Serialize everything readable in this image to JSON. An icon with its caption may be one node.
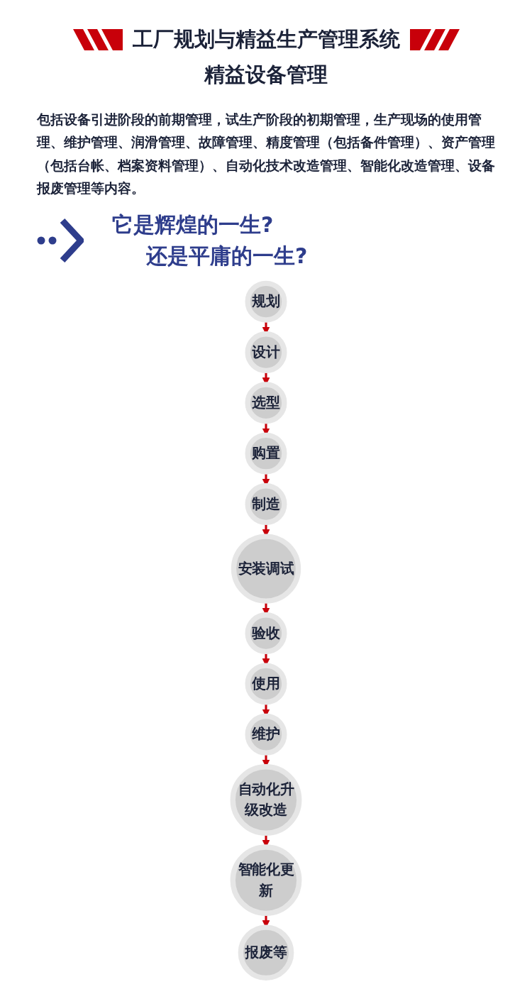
{
  "diagram": {
    "title": "工厂规划与精益生产管理系统",
    "nodes": [
      {
        "text": [
          "规划"
        ]
      },
      {
        "text": [
          "设计"
        ]
      },
      {
        "text": [
          "选型"
        ]
      },
      {
        "text": [
          "购置"
        ]
      },
      {
        "text": [
          "制造"
        ]
      },
      {
        "text": [
          "安装调试"
        ]
      },
      {
        "text": [
          "验收"
        ]
      },
      {
        "text": [
          "使用"
        ]
      },
      {
        "text": [
          "维护"
        ]
      },
      {
        "text": [
          "自动化升级改造"
        ]
      },
      {
        "text": [
          "智能化更新"
        ]
      },
      {
        "text": [
          "报废等"
        ]
      }
    ],
    "edges": [
      {
        "from": 0,
        "to": 1,
        "arrow": "to"
      },
      {
        "from": 1,
        "to": 2,
        "arrow": "to"
      },
      {
        "from": 2,
        "to": 3,
        "arrow": "to"
      },
      {
        "from": 3,
        "to": 4,
        "arrow": "to"
      },
      {
        "from": 4,
        "to": 5,
        "arrow": "to"
      },
      {
        "from": 5,
        "to": 6,
        "arrow": "to"
      },
      {
        "from": 6,
        "to": 7,
        "arrow": "to"
      },
      {
        "from": 7,
        "to": 8,
        "arrow": "to"
      },
      {
        "from": 8,
        "to": 9,
        "arrow": "to"
      },
      {
        "from": 9,
        "to": 10,
        "arrow": "to"
      },
      {
        "from": 10,
        "to": 11,
        "arrow": "to"
      }
    ],
    "labels": [
      "精益设备管理",
      "包括设备引进阶段的前期管理，试生产阶段的初期管理，生产现场的使用管理、维护管理、润滑管理、故障管理、精度管理（包括备件管理）、资产管理（包括台帐、档案资料管理）、自动化技术改造管理、智能化改造管理、设备报废管理等内容。",
      "它是辉煌的一生?",
      "还是平庸的一生?"
    ]
  }
}
